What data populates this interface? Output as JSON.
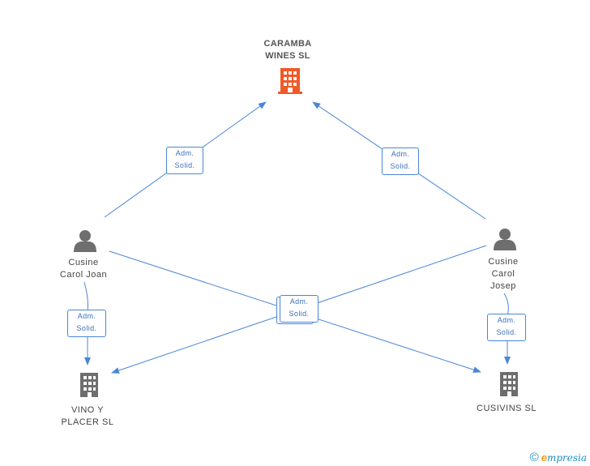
{
  "nodes": {
    "caramba": {
      "name_line1": "CARAMBA",
      "name_line2": "WINES SL",
      "color": "#f05a28",
      "icon": "building-icon"
    },
    "cusine_joan": {
      "name_line1": "Cusine",
      "name_line2": "Carol Joan",
      "icon": "person-icon"
    },
    "cusine_josep": {
      "name_line1": "Cusine",
      "name_line2": "Carol",
      "name_line3": "Josep",
      "icon": "person-icon"
    },
    "vino_placer": {
      "name_line1": "VINO Y",
      "name_line2": "PLACER SL",
      "icon": "building-icon"
    },
    "cusivins": {
      "name_line1": "CUSIVINS SL",
      "icon": "building-icon"
    }
  },
  "relations": [
    {
      "line1": "Adm.",
      "line2": "Solid."
    },
    {
      "line1": "Adm.",
      "line2": "Solid."
    },
    {
      "line1": "Adm.",
      "line2": "Solid."
    },
    {
      "line1": "Adm.",
      "line2": "Solid."
    },
    {
      "line1": "Adm.",
      "line2": "Solid."
    }
  ],
  "colors": {
    "edge": "#4a86d6",
    "icon_gray": "#6e6e6e",
    "main_company": "#f05a28"
  },
  "footer": {
    "copyright": "©",
    "brand_first": "e",
    "brand_rest": "mpresia"
  }
}
